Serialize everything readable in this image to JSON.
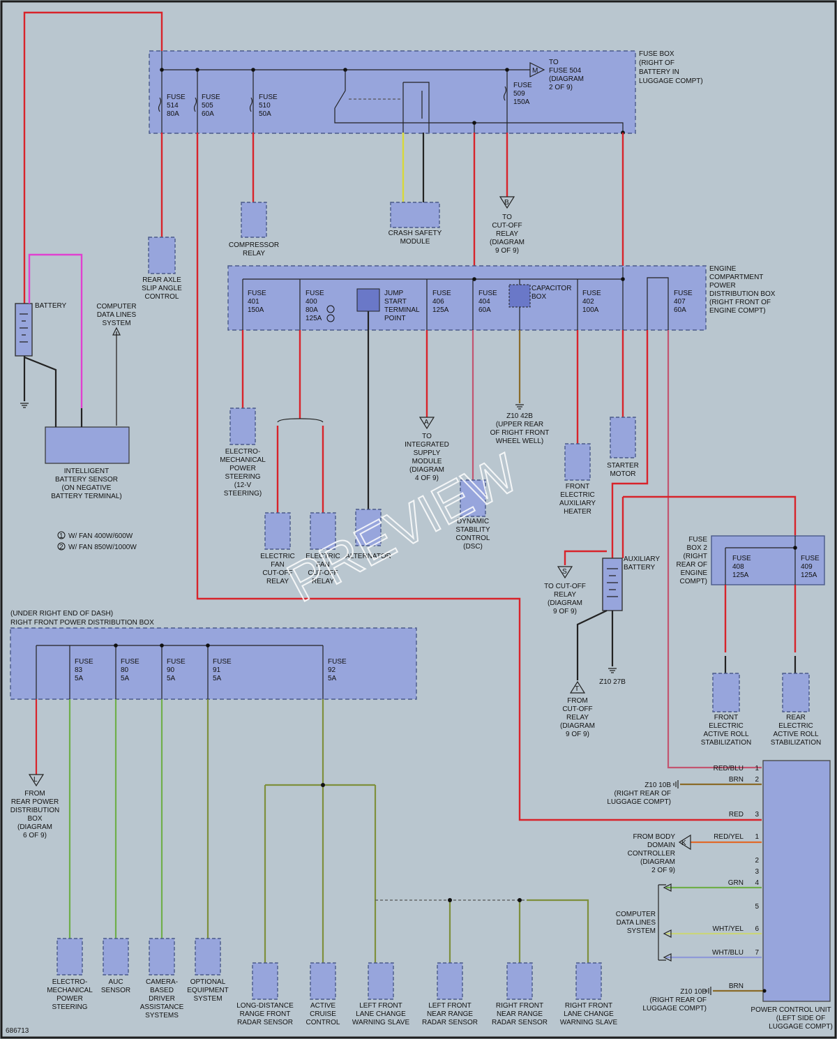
{
  "watermark": "PREVIEW",
  "diagram_id": "686713",
  "fuse_box": {
    "title": [
      "FUSE BOX",
      "(RIGHT OF",
      "BATTERY IN",
      "LUGGAGE COMPT)"
    ],
    "fuses": [
      {
        "name": "FUSE",
        "num": "514",
        "amps": "80A"
      },
      {
        "name": "FUSE",
        "num": "505",
        "amps": "60A"
      },
      {
        "name": "FUSE",
        "num": "510",
        "amps": "50A"
      },
      {
        "name": "FUSE",
        "num": "509",
        "amps": "150A"
      }
    ],
    "to_fuse": [
      "TO",
      "FUSE 504",
      "(DIAGRAM",
      "2 OF 9)"
    ],
    "marker_m": "M"
  },
  "engine_box": {
    "title": [
      "ENGINE",
      "COMPARTMENT",
      "POWER",
      "DISTRIBUTION BOX",
      "(RIGHT FRONT OF",
      "ENGINE COMPT)"
    ],
    "fuses": [
      {
        "name": "FUSE",
        "num": "401",
        "amps": "150A"
      },
      {
        "name": "FUSE",
        "num": "400",
        "amps": "80A",
        "extra": "125A"
      },
      {
        "name": "FUSE",
        "num": "406",
        "amps": "125A"
      },
      {
        "name": "FUSE",
        "num": "404",
        "amps": "60A"
      },
      {
        "name": "FUSE",
        "num": "402",
        "amps": "100A"
      },
      {
        "name": "FUSE",
        "num": "407",
        "amps": "60A"
      }
    ],
    "jump": [
      "JUMP",
      "START",
      "TERMINAL",
      "POINT"
    ],
    "capacitor": [
      "CAPACITOR",
      "BOX"
    ]
  },
  "fuse_box2": {
    "title": [
      "FUSE",
      "BOX 2",
      "(RIGHT",
      "REAR OF",
      "ENGINE",
      "COMPT)"
    ],
    "fuses": [
      {
        "name": "FUSE",
        "num": "408",
        "amps": "125A"
      },
      {
        "name": "FUSE",
        "num": "409",
        "amps": "125A"
      }
    ]
  },
  "rf_box": {
    "title": [
      "(UNDER RIGHT END OF DASH)",
      "RIGHT FRONT POWER DISTRIBUTION BOX"
    ],
    "fuses": [
      {
        "name": "FUSE",
        "num": "83",
        "amps": "5A"
      },
      {
        "name": "FUSE",
        "num": "80",
        "amps": "5A"
      },
      {
        "name": "FUSE",
        "num": "90",
        "amps": "5A"
      },
      {
        "name": "FUSE",
        "num": "91",
        "amps": "5A"
      },
      {
        "name": "FUSE",
        "num": "92",
        "amps": "5A"
      }
    ]
  },
  "components": {
    "rear_axle": [
      "REAR AXLE",
      "SLIP ANGLE",
      "CONTROL"
    ],
    "compressor": [
      "COMPRESSOR",
      "RELAY"
    ],
    "crash": [
      "CRASH SAFETY",
      "MODULE"
    ],
    "cutoff_b": [
      "TO",
      "CUT-OFF",
      "RELAY",
      "(DIAGRAM",
      "9 OF 9)"
    ],
    "battery": "BATTERY",
    "computer_data": [
      "COMPUTER",
      "DATA LINES",
      "SYSTEM"
    ],
    "ibs": [
      "INTELLIGENT",
      "BATTERY SENSOR",
      "(ON NEGATIVE",
      "BATTERY TERMINAL)"
    ],
    "legend1": "W/ FAN 400W/600W",
    "legend2": "W/ FAN 850W/1000W",
    "eps": [
      "ELECTRO-",
      "MECHANICAL",
      "POWER",
      "STEERING",
      "(12-V",
      "STEERING)"
    ],
    "fan1": [
      "ELECTRIC",
      "FAN",
      "CUT-OFF",
      "RELAY"
    ],
    "fan2": [
      "ELECTRIC",
      "FAN",
      "CUT-OFF",
      "RELAY"
    ],
    "alternator": "ALTERNATOR",
    "ism": [
      "TO",
      "INTEGRATED",
      "SUPPLY",
      "MODULE",
      "(DIAGRAM",
      "4 OF 9)"
    ],
    "dsc": [
      "DYNAMIC",
      "STABILITY",
      "CONTROL",
      "(DSC)"
    ],
    "z10_42b": [
      "Z10 42B",
      "(UPPER REAR",
      "OF RIGHT FRONT",
      "WHEEL WELL)"
    ],
    "heater": [
      "FRONT",
      "ELECTRIC",
      "AUXILIARY",
      "HEATER"
    ],
    "starter": [
      "STARTER",
      "MOTOR"
    ],
    "aux_batt": [
      "AUXILIARY",
      "BATTERY"
    ],
    "cutoff_s": [
      "TO CUT-OFF",
      "RELAY",
      "(DIAGRAM",
      "9 OF 9)"
    ],
    "cutoff_t": [
      "FROM",
      "CUT-OFF",
      "RELAY",
      "(DIAGRAM",
      "9 OF 9)"
    ],
    "z10_27b": "Z10 27B",
    "front_arc": [
      "FRONT",
      "ELECTRIC",
      "ACTIVE ROLL",
      "STABILIZATION"
    ],
    "rear_arc": [
      "REAR",
      "ELECTRIC",
      "ACTIVE ROLL",
      "STABILIZATION"
    ],
    "from_rear_pdb": [
      "FROM",
      "REAR POWER",
      "DISTRIBUTION",
      "BOX",
      "(DIAGRAM",
      "6 OF 9)"
    ],
    "eps2": [
      "ELECTRO-",
      "MECHANICAL",
      "POWER",
      "STEERING"
    ],
    "auc": [
      "AUC",
      "SENSOR"
    ],
    "camera": [
      "CAMERA-",
      "BASED",
      "DRIVER",
      "ASSISTANCE",
      "SYSTEMS"
    ],
    "optional": [
      "OPTIONAL",
      "EQUIPMENT",
      "SYSTEM"
    ],
    "ldr": [
      "LONG-DISTANCE",
      "RANGE FRONT",
      "RADAR SENSOR"
    ],
    "acc": [
      "ACTIVE",
      "CRUISE",
      "CONTROL"
    ],
    "lfl": [
      "LEFT FRONT",
      "LANE CHANGE",
      "WARNING SLAVE"
    ],
    "lfn": [
      "LEFT FRONT",
      "NEAR RANGE",
      "RADAR SENSOR"
    ],
    "rfn": [
      "RIGHT FRONT",
      "NEAR RANGE",
      "RADAR SENSOR"
    ],
    "rfl": [
      "RIGHT FRONT",
      "LANE CHANGE",
      "WARNING SLAVE"
    ],
    "z10_10b_a": [
      "Z10 10B",
      "(RIGHT REAR OF",
      "LUGGAGE COMPT)"
    ],
    "z10_10b_b": [
      "Z10 10B",
      "(RIGHT REAR OF",
      "LUGGAGE COMPT)"
    ],
    "from_bdc": [
      "FROM BODY",
      "DOMAIN",
      "CONTROLLER",
      "(DIAGRAM",
      "2 OF 9)"
    ],
    "cds2": [
      "COMPUTER",
      "DATA LINES",
      "SYSTEM"
    ],
    "pcu": [
      "POWER CONTROL UNIT",
      "(LEFT SIDE OF",
      "LUGGAGE COMPT)"
    ]
  },
  "pcu_pins": [
    {
      "color": "RED/BLU",
      "pin": "1"
    },
    {
      "color": "BRN",
      "pin": "2"
    },
    {
      "color": "RED",
      "pin": "3"
    },
    {
      "color": "RED/YEL",
      "pin": "1"
    },
    {
      "color": "",
      "pin": "2"
    },
    {
      "color": "",
      "pin": "3"
    },
    {
      "color": "GRN",
      "pin": "4"
    },
    {
      "color": "",
      "pin": "5"
    },
    {
      "color": "WHT/YEL",
      "pin": "6"
    },
    {
      "color": "WHT/BLU",
      "pin": "7"
    },
    {
      "color": "BRN",
      "pin": ""
    }
  ],
  "markers": {
    "A": "A",
    "B": "B",
    "K": "K",
    "L": "L",
    "S": "S",
    "T": "T"
  }
}
